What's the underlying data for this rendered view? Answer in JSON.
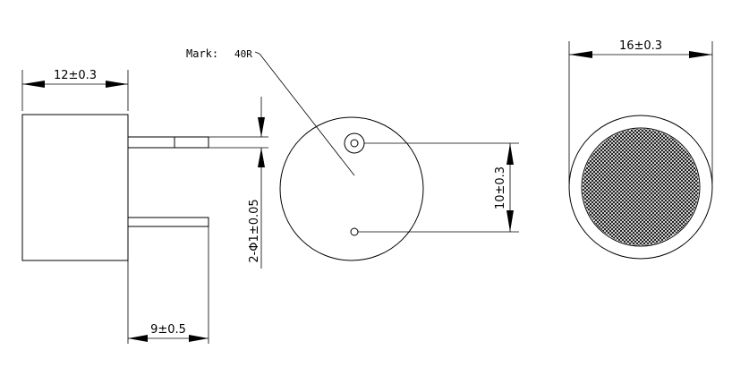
{
  "dimensions": {
    "body_length": "12±0.3",
    "pin_length": "9±0.5",
    "pin_diameter": "2-Φ1±0.05",
    "pin_spacing": "10±0.3",
    "diameter": "16±0.3"
  },
  "marking": {
    "label": "Mark:",
    "value": "40R"
  }
}
